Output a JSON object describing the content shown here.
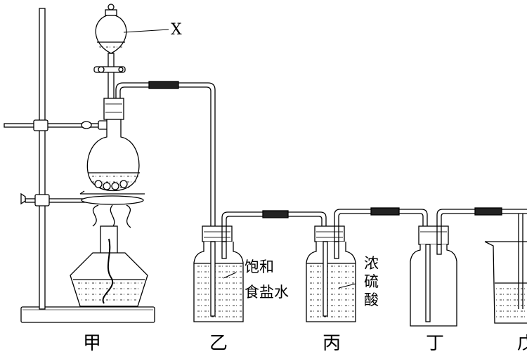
{
  "labels": {
    "reagent_x": "X",
    "apparatus": [
      "甲",
      "乙",
      "丙",
      "丁",
      "戊"
    ],
    "yi_contents": [
      "饱和",
      "食盐水"
    ],
    "bing_contents": "浓硫酸"
  }
}
